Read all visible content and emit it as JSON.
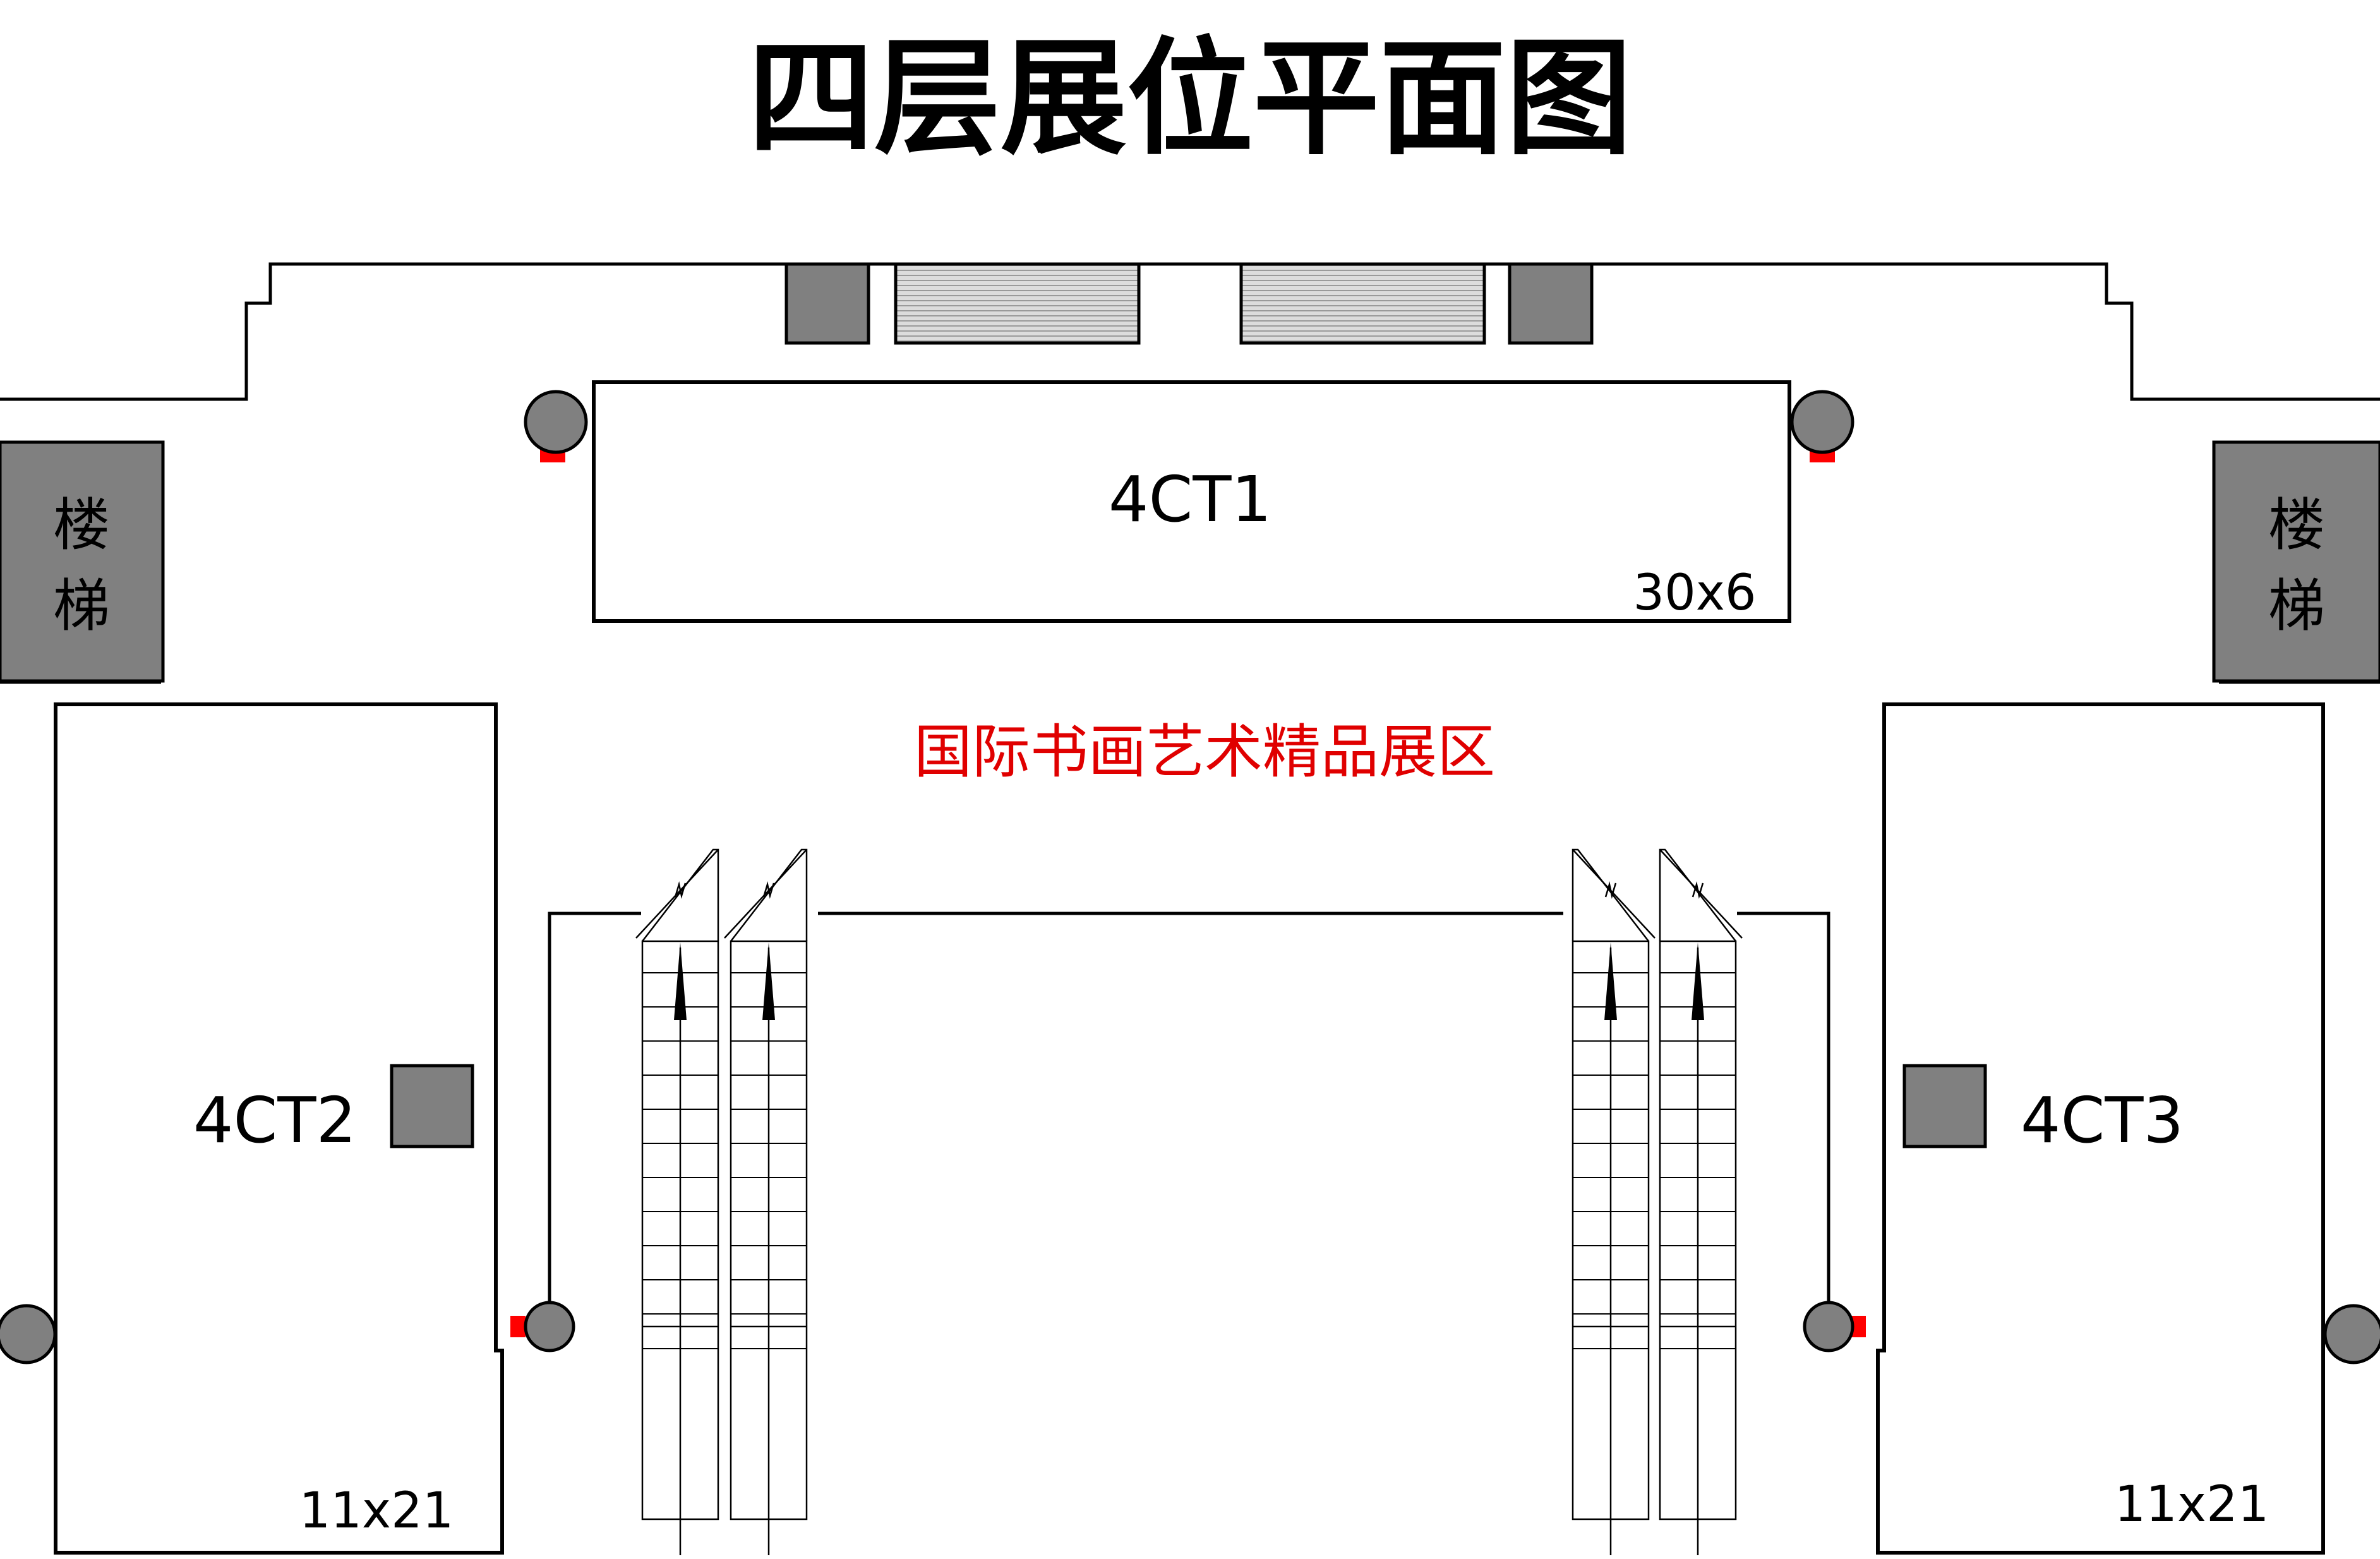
{
  "title": "四层展位平面图",
  "zone_label": "国际书画艺术精品展区",
  "booths": [
    {
      "id": "4CT1",
      "size": "30x6"
    },
    {
      "id": "4CT2",
      "size": "11x21"
    },
    {
      "id": "4CT3",
      "size": "11x21"
    }
  ],
  "stairs": [
    {
      "line1": "楼",
      "line2": "梯"
    },
    {
      "line1": "楼",
      "line2": "梯"
    }
  ],
  "colors": {
    "wall": "#000000",
    "pillar": "#808080",
    "column_box": "#808080",
    "hatched_panel": "#dcdcdc",
    "zone_text": "#e00000",
    "marker": "#ff0000"
  }
}
